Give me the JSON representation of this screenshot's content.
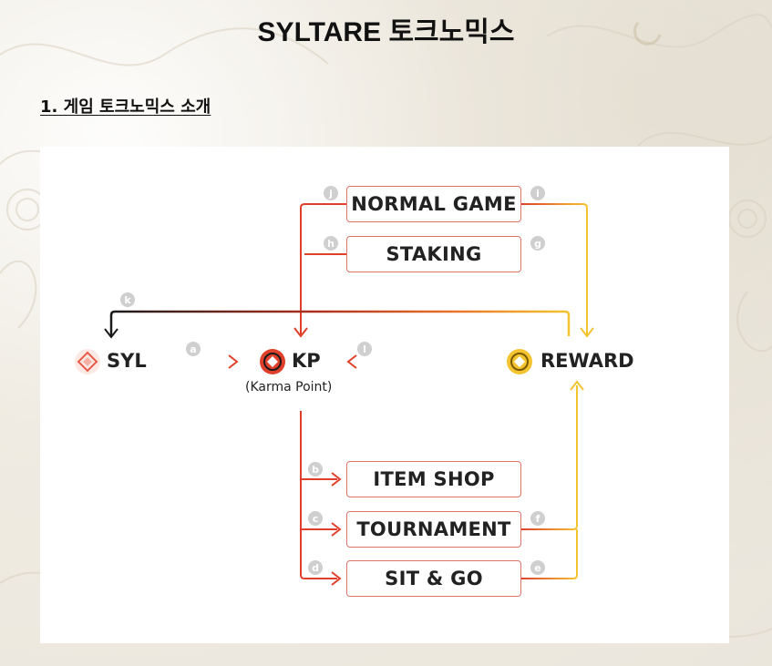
{
  "page": {
    "title": "SYLTARE 토크노믹스",
    "section_heading": "1. 게임 토크노믹스 소개"
  },
  "diagram": {
    "nodes": {
      "syl": "SYL",
      "kp": "KP",
      "kp_sub": "(Karma Point)",
      "reward": "REWARD"
    },
    "boxes": {
      "normal_game": "NORMAL GAME",
      "staking": "STAKING",
      "item_shop": "ITEM SHOP",
      "tournament": "TOURNAMENT",
      "sit_and_go": "SIT & GO"
    },
    "badges": {
      "a": "a",
      "b": "b",
      "c": "c",
      "d": "d",
      "e": "e",
      "f": "f",
      "g": "g",
      "h": "h",
      "i": "i",
      "j": "j",
      "k": "k",
      "l": "l"
    },
    "colors": {
      "red": "#e0402b",
      "yellow": "#f4c430",
      "dark": "#1a1a1a",
      "box_border": "#e0736b",
      "badge": "#cfcfcf"
    },
    "icons": [
      "syl-diamond-icon",
      "kp-coin-icon",
      "reward-coin-icon"
    ]
  }
}
